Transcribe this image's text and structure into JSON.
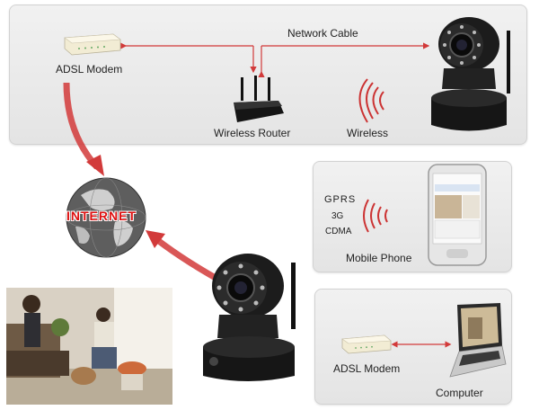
{
  "top_panel": {
    "modem_label": "ADSL Modem",
    "router_label": "Wireless Router",
    "wireless_label": "Wireless",
    "cable_label": "Network Cable"
  },
  "internet": {
    "label": "INTERNET"
  },
  "mobile_panel": {
    "networks": [
      "GPRS",
      "3G",
      "CDMA"
    ],
    "phone_label": "Mobile Phone"
  },
  "computer_panel": {
    "modem_label": "ADSL Modem",
    "computer_label": "Computer"
  },
  "colors": {
    "arrow": "#d23a3a",
    "waves": "#cc3333",
    "camera_body": "#1c1c1c",
    "panel_bg": "#e9e9e9"
  }
}
